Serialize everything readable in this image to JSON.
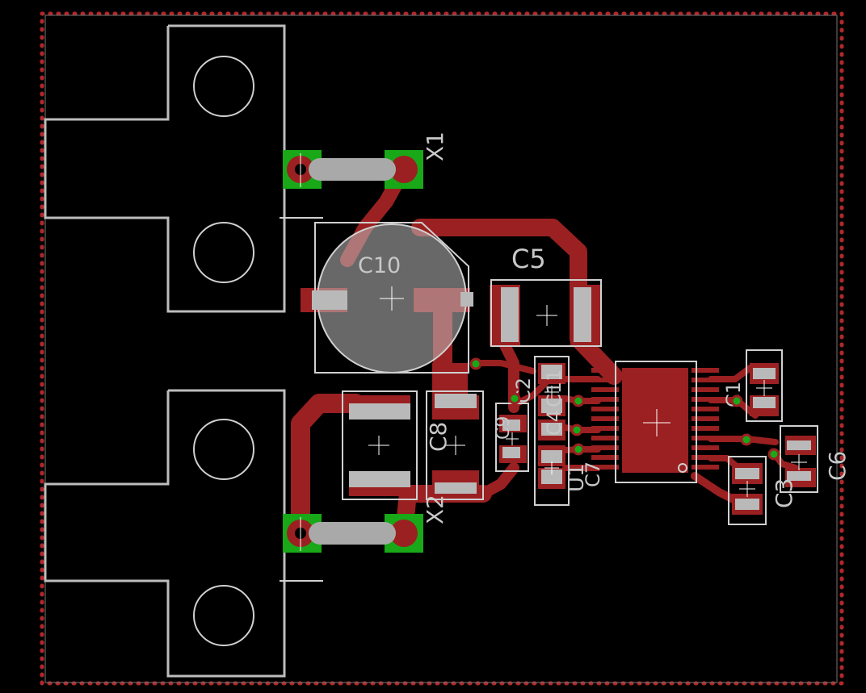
{
  "board": {
    "components": {
      "x1": "X1",
      "x2": "X2",
      "c1": "C1",
      "c2": "C2",
      "c3": "C3",
      "c4": "C4",
      "c5": "C5",
      "c6": "C6",
      "c7": "C7",
      "c8": "C8",
      "c9": "C9",
      "c10": "C10",
      "c11": "C11",
      "u1": "U1"
    },
    "colors": {
      "background": "#000000",
      "copper": "#9b2021",
      "silkscreen": "#bdbdbd",
      "pad_green": "#18a818",
      "outline_dots": "#b3272a"
    }
  }
}
